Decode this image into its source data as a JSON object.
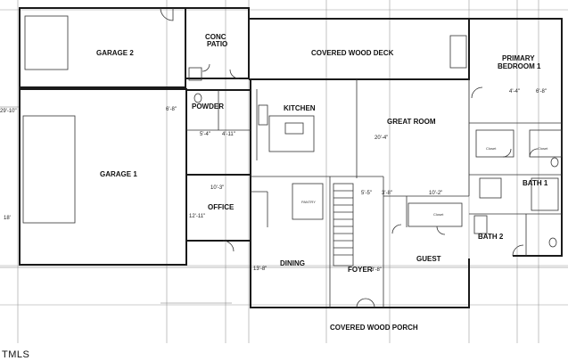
{
  "rooms": {
    "garage2": "GARAGE 2",
    "garage1": "GARAGE 1",
    "conc_patio": [
      "CONC",
      "PATIO"
    ],
    "covered_deck": "COVERED WOOD DECK",
    "primary_bedroom": [
      "PRIMARY",
      "BEDROOM 1"
    ],
    "kitchen": "KITCHEN",
    "powder": "POWDER",
    "great_room": "GREAT ROOM",
    "office": "OFFICE",
    "dining": "DINING",
    "foyer": "FOYER",
    "guest": "GUEST",
    "bath1": "BATH 1",
    "bath2": "BATH 2",
    "covered_porch": "COVERED WOOD PORCH",
    "pantry": "PANTRY",
    "closet_a": "Closet",
    "closet_b": "Closet",
    "closet_guest": "Closet"
  },
  "dimensions": {
    "great_room": "20'-4\"",
    "office": "10'-3\"",
    "office_depth": "12'-11\"",
    "dining": "13'-8\"",
    "foyer": "3'-8\"",
    "powder_h": "6'-8\"",
    "laundry_w": "5'-4\"",
    "laundry_w2": "4'-11\"",
    "hall_a": "5'-5\"",
    "hall_b": "3'-8\"",
    "guest_w": "10'-2\"",
    "bath1_w": "4'-4\"",
    "bath1_w2": "6'-8\"",
    "left_a": "29'-10\"",
    "left_b": "18'"
  },
  "watermark": "TMLS"
}
